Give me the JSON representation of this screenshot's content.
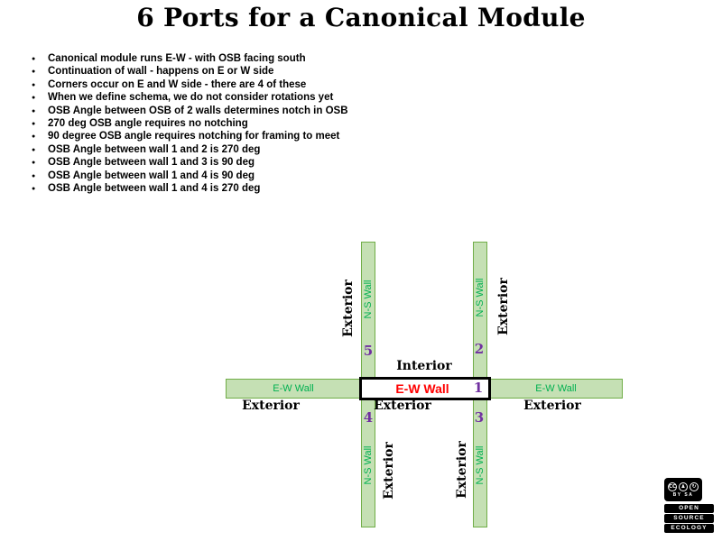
{
  "title": "6 Ports for a Canonical Module",
  "bullets": [
    "Canonical module runs E-W - with OSB facing south",
    "Continuation of wall - happens on E or W side",
    "Corners occur on E and W side - there are 4 of these",
    "When we define schema, we do not consider rotations yet",
    "OSB Angle between OSB of 2 walls determines notch in OSB",
    "270 deg OSB angle requires no notching",
    "90 degree OSB angle requires notching for framing to meet",
    "OSB Angle between wall 1 and 2 is 270 deg",
    "OSB Angle between wall 1 and 3 is 90 deg",
    "OSB Angle between wall 1 and 4 is 90 deg",
    "OSB Angle between wall 1 and 4 is 270 deg"
  ],
  "diagram": {
    "labels": {
      "interior": "Interior",
      "exterior": "Exterior",
      "ns_wall": "N-S Wall",
      "ew_wall": "E-W Wall",
      "ew_wall_center": "E-W Wall"
    },
    "ports": [
      "1",
      "2",
      "3",
      "4",
      "5"
    ],
    "colors": {
      "wall_fill": "#C5E0B4",
      "wall_border": "#70AD47",
      "green_text": "#00B050",
      "port_purple": "#7030A0",
      "center_red": "#FF0000"
    }
  },
  "footer": {
    "cc_badge": {
      "cc": "CC",
      "label": "BY SA"
    },
    "ose_logo": [
      "OPEN",
      "SOURCE",
      "ECOLOGY"
    ]
  }
}
